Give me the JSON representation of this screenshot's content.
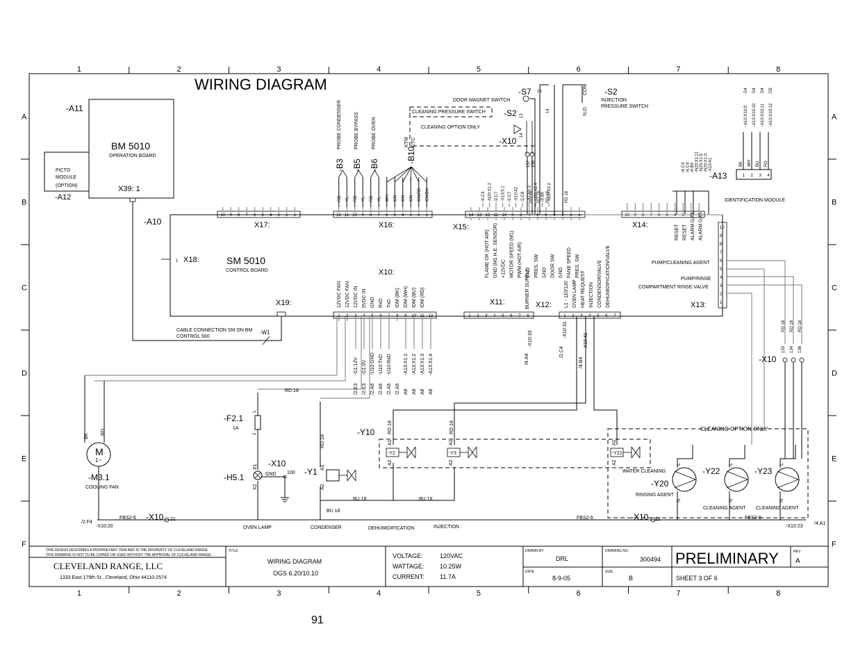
{
  "sheet": {
    "title": "WIRING DIAGRAM",
    "page_number": "91",
    "col_labels": [
      "1",
      "2",
      "3",
      "4",
      "5",
      "6",
      "7",
      "8"
    ],
    "row_labels": [
      "A",
      "B",
      "C",
      "D",
      "E",
      "F"
    ]
  },
  "boards": {
    "a11": "-A11",
    "bm_name": "BM 5010",
    "bm_desc": "OPERATION BOARD",
    "x39": "X39: 1",
    "picto1": "PICTO",
    "picto2": "MODULE",
    "picto3": "(OPTION)",
    "a12": "-A12",
    "a10": "-A10",
    "sm_name": "SM 5010",
    "sm_desc": "CONTROL BOARD",
    "x17": "X17:",
    "x16": "X16:",
    "x15": "X15:",
    "x14": "X14:",
    "x18": "X18:",
    "x18_pin": "1",
    "x10": "X10:",
    "x19": "X19:",
    "x11": "X11:",
    "x12": "X12:",
    "x13": "X13:",
    "cable1": "CABLE CONNECTION SM ON BM",
    "cable2": "CONTROL 500",
    "w1": "-W1",
    "a13": "-A13",
    "ident": "IDENTIFICATION MODULE"
  },
  "probes": {
    "b3": "-B3",
    "b5": "-B5",
    "b6": "-B6",
    "b10": "-B10",
    "probe_condenser": "PROBE CONDENSER",
    "probe_bypass": "PROBE BYPASS",
    "probe_oven": "PROBE OVEN",
    "ktm": "KTM",
    "ctc": "CTC",
    "wires": [
      "RD",
      "YL",
      "RD",
      "YL",
      "RD",
      "YL",
      "WH",
      "GN",
      "GN",
      "GN",
      "GN/RD",
      "GN/BU"
    ]
  },
  "x17_pins": [
    "10",
    "9",
    "8",
    "7",
    "6",
    "5",
    "4",
    "3",
    "2",
    "1"
  ],
  "x16_pins": [
    "12",
    "11",
    "10",
    "9",
    "8",
    "7",
    "6",
    "5",
    "4",
    "3",
    "2",
    "1"
  ],
  "x15_pins": [
    "14",
    "13",
    "12",
    "11",
    "10",
    "9",
    "8",
    "7",
    "6",
    "5",
    "4",
    "3",
    "2",
    "1"
  ],
  "x14_pins": [
    "10",
    "9",
    "8",
    "7",
    "6",
    "5",
    "4",
    "3",
    "2",
    "1"
  ],
  "x10_pins": [
    "1",
    "2",
    "3",
    "4",
    "5",
    "6",
    "7",
    "8",
    "9",
    "10",
    "11",
    "12"
  ],
  "x11_pins": [
    "1",
    "2",
    "3",
    "4",
    "5",
    "6",
    "7",
    "8"
  ],
  "x12_pins": [
    "1",
    "2",
    "3",
    "4",
    "5",
    "6",
    "7"
  ],
  "x13_pins": [
    "10",
    "9",
    "8",
    "7",
    "6",
    "5",
    "4",
    "3",
    "2",
    "1"
  ],
  "x15_top_refs": [
    "/4.C3",
    "-N20:X1:2",
    "/2.C7",
    "-X13:5.1",
    "/2.C7",
    "-X10:42",
    "/2.C8",
    "-X13:5.3",
    "-U20:X2:4",
    "/4.B6",
    "-U20:X2.2"
  ],
  "x15_bot": [
    "FLAME OK (HOT AIR)",
    "GND (M1 H.E. SENSOR)",
    "+12VDC",
    "MOTOR SPEED (M1)",
    "PWM (HOT AIR)",
    "GND",
    "PRES. SW",
    "GND",
    "DOOR SW",
    "GND",
    "FANE SPEED",
    "PRES. SW"
  ],
  "x15_wires": [
    "RD 18",
    "RD 18",
    "RD 18",
    "RD 18"
  ],
  "x14_top": [
    "/4.C4",
    "/4.C4",
    "/4.B4",
    "-N20:X1:11",
    "-N20:X1:5",
    "-N20:X1:3",
    "-X10:41"
  ],
  "x14_bot": [
    "RESET",
    "RESET",
    "ALARM GAS",
    "ALARM GAS"
  ],
  "x10_labels": [
    "12VDC FAN",
    "12VDC FAN",
    "12VDC IN",
    "0VDC IN",
    "GND",
    "RxD",
    "TxD",
    "IDM (BK)",
    "IDM (WH)",
    "IDM (BU)",
    "IDM (RD)"
  ],
  "x10_refs_top": [
    "-G1:12V",
    "-G1:0V",
    "-U10:GND",
    "-U10:TxD",
    "-U10:RxD",
    "-A13:X1:1",
    "-A13:X1:2",
    "-A13:X1:3",
    "-A13:X1:4"
  ],
  "x10_refs_bot": [
    "/2.E3",
    "/2.E3",
    "/2.A6",
    "/2.A6",
    "/2.A6",
    "/2.A6",
    "A8",
    "A8",
    "A8",
    "A8"
  ],
  "x11_labels": [
    "BURNER SUPPLY"
  ],
  "x11_ref": "-X10:33",
  "x11_ref2": "/4.A4",
  "x12_labels": [
    "L1 - 110/120",
    "OVEN LAMP",
    "HEAT REQUEST",
    "INJECTION",
    "CONDENSOR/VALVE",
    "DEHUMIDIFICATION/VALVE"
  ],
  "x12_refs": [
    "/2.C4",
    "-X10:31",
    "/4.B4",
    "-X10:41"
  ],
  "x13_labels": {
    "pump_clean": "PUMP/CLEANING AGENT",
    "pump_rinse": "PUMP/RINSE",
    "compartment": "COMPARTMENT RINSE VALVE"
  },
  "switches": {
    "s7": "-S7",
    "s2a": "-S2",
    "s2b": "-S2",
    "x10": "-X10",
    "door_magnet": "DOOR MAGNET SWITCH",
    "clean_pressure": "CLEANING PRESSURE SWITCH",
    "clean_only": "CLEANING OPTION ONLY",
    "inj1": "INJECTION",
    "inj2": "PRESSURE SWITCH",
    "com": "COM",
    "no": "N.O.",
    "pins": [
      "13",
      "14",
      "13",
      "14",
      "157",
      "156"
    ]
  },
  "ident_pins": [
    "1",
    "2",
    "3",
    "4"
  ],
  "ident_wires": [
    "BK",
    "WH",
    "BU",
    "RD"
  ],
  "ident_refs": [
    "-A10:X10:9",
    "-A10:X10:10",
    "-A10:X10:11",
    "-A10:X10:12"
  ],
  "ident_d": [
    "D4",
    "D4",
    "D4",
    "D5"
  ],
  "right_wires": [
    "RD 18",
    "RD 18",
    "RD 18"
  ],
  "right_pins": [
    "133",
    "134",
    "136"
  ],
  "right_x10": "-X10",
  "lower": {
    "m_label": "M",
    "m_sub": "1~",
    "m31": "-M3.1",
    "cooling_fan": "COOLING FAN",
    "bk": "BK",
    "rd": "RD",
    "f21": "-F2.1",
    "f21_rating": "1A",
    "f_pins": [
      "1",
      "2"
    ],
    "h51": "-H5.1",
    "x10": "-X10",
    "gnd": "GND",
    "gnd_pin": "100",
    "x_pins": [
      "X1",
      "X2"
    ],
    "y1": "-Y1",
    "y10": "-Y10",
    "y2": "-Y2",
    "y3": "-Y3",
    "y21": "-Y21",
    "y20": "-Y20",
    "y22": "-Y22",
    "y23": "-Y23",
    "water_cleaning": "WATER CLEANING",
    "rinsing_agent": "RINSING AGENT",
    "cleaning_agent": "CLEANING AGENT",
    "cleaning_option": "CLEANING   OPTION ONLY",
    "rd18": "RD 18",
    "bu18": "BU 18",
    "a1": "A1",
    "a2": "A2",
    "l": "L",
    "n": "N",
    "bottom_x10": "-X10",
    "bottom_pin_21": "21",
    "bottom_pin_22": "22",
    "f4": "/2.F4",
    "x10_20": "-X10:20",
    "fbs": "FBS2-6",
    "a1_ref": "/4.A1",
    "x10_23": "-X10:23",
    "oven_lamp": "OVEN LAMP",
    "condenser": "CONDENSER",
    "dehumid": "DEHUMIDIFICATION",
    "injection": "INJECTION"
  },
  "title_block": {
    "notice1": "THIS DESIGN DESCRIBES A PROPRIETARY ITEM AND IS THE PROPERTY OF CLEVELAND RANGE.",
    "notice2": "THIS DRAWING IS NOT TO BE COPIED OR USED WITHOUT THE APPROVAL OF CLEVELAND RANGE.",
    "company": "CLEVELAND RANGE, LLC",
    "address": "1333 East 179th St., Cleveland, Ohio 44110-2574",
    "title_label": "TITLE",
    "title1": "WIRING DIAGRAM",
    "title2": "OGS 6.20/10.10",
    "voltage_label": "VOLTAGE:",
    "voltage": "120VAC",
    "wattage_label": "WATTAGE:",
    "wattage": "10.25W",
    "current_label": "CURRENT:",
    "current": "11.7A",
    "drawn_label": "DRAWN BY",
    "drawn": "DRL",
    "date_label": "DATE",
    "date": "8-9-05",
    "drawing_no_label": "DRAWING NO.",
    "drawing_no": "300494",
    "status": "PRELIMINARY",
    "rev_label": "REV",
    "rev": "A",
    "size_label": "SIZE",
    "size": "B",
    "sheet": "SHEET  3    OF   6"
  }
}
